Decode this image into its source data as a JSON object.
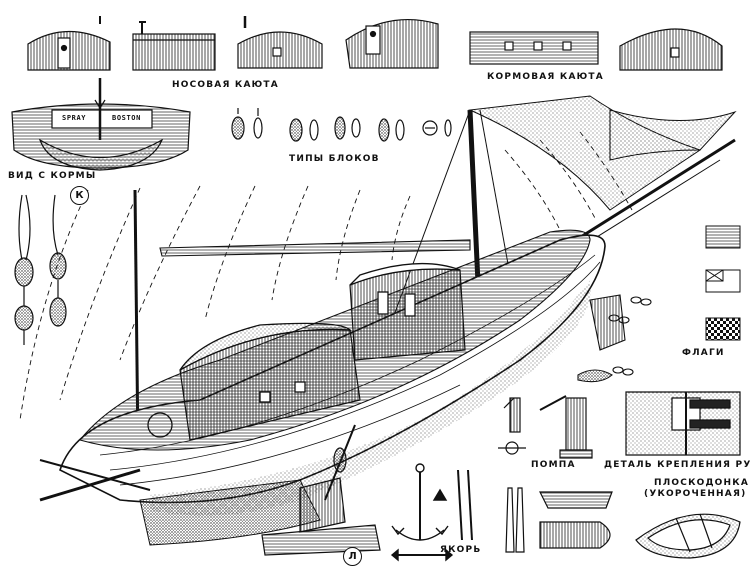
{
  "labels": {
    "bow_cabin": "НОСОВАЯ КАЮТА",
    "stern_cabin": "КОРМОВАЯ КАЮТА",
    "stern_view": "ВИД С КОРМЫ",
    "block_types": "ТИПЫ БЛОКОВ",
    "flags": "ФЛАГИ",
    "pump": "ПОМПА",
    "rudder_detail": "ДЕТАЛЬ КРЕПЛЕНИЯ РУЛЯ",
    "dinghy_line1": "ПЛОСКОДОНКА",
    "dinghy_line2": "(УКОРОЧЕННАЯ)",
    "anchor": "ЯКОРЬ"
  },
  "marks": {
    "k": "К",
    "l": "Л"
  },
  "stern_plaque": {
    "name": "SPRAY",
    "port": "BOSTON"
  },
  "colors": {
    "ink": "#111111",
    "paper": "#ffffff",
    "stipple": "#555555"
  }
}
